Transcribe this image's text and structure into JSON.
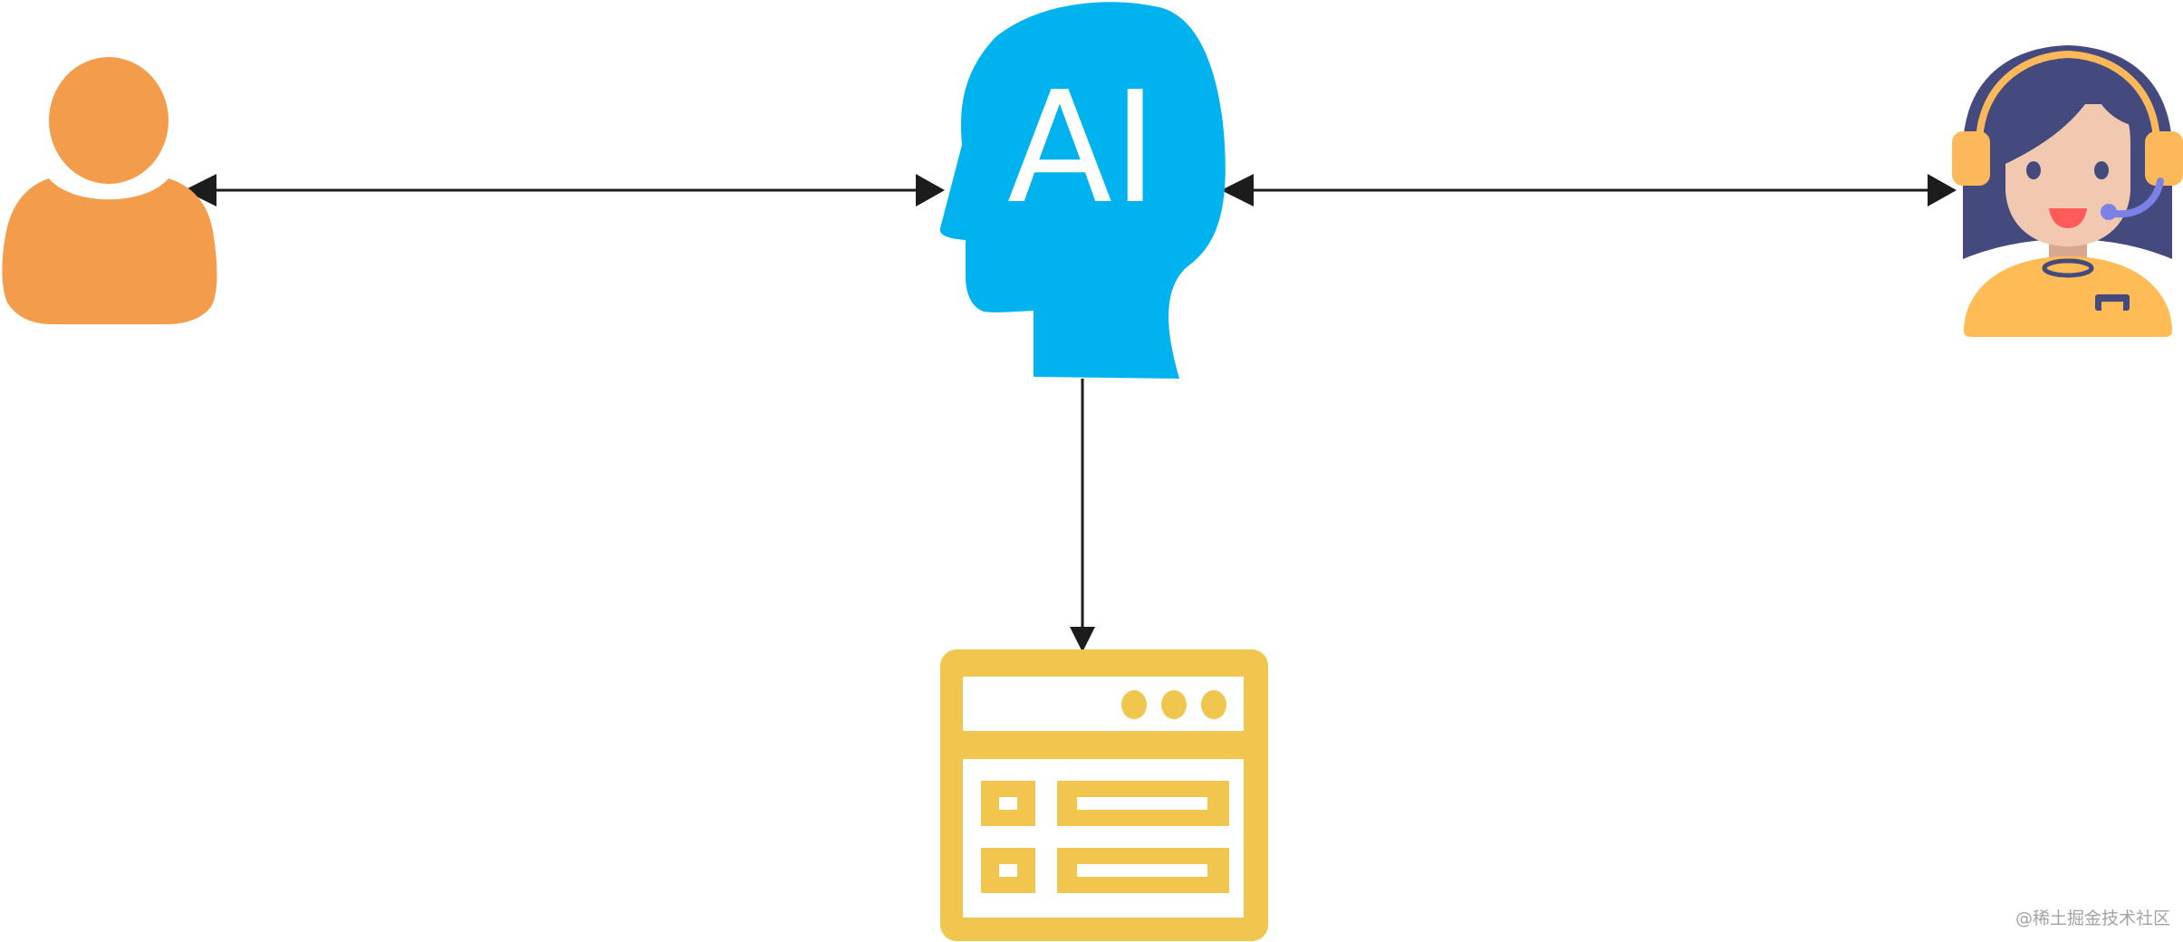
{
  "diagram": {
    "nodes": {
      "user": {
        "icon": "user-icon",
        "color": "#f39c4b"
      },
      "ai_head": {
        "icon": "ai-head-icon",
        "label": "AI",
        "color": "#00b3ef"
      },
      "agent": {
        "icon": "customer-service-agent-icon",
        "colors": {
          "hair": "#454a7e",
          "skin": "#f0c9b0",
          "headset": "#fdb85a",
          "body": "#ffbb55",
          "mic": "#7b82e6",
          "mouth": "#ff5b5b"
        }
      },
      "system": {
        "icon": "system-window-icon",
        "color": "#f0c64e"
      }
    },
    "edges": [
      {
        "from": "user",
        "to": "ai_head",
        "direction": "both"
      },
      {
        "from": "ai_head",
        "to": "agent",
        "direction": "both"
      },
      {
        "from": "ai_head",
        "to": "system",
        "direction": "forward"
      }
    ],
    "arrow_color": "#1c1c1c"
  },
  "watermark": "@稀土掘金技术社区"
}
